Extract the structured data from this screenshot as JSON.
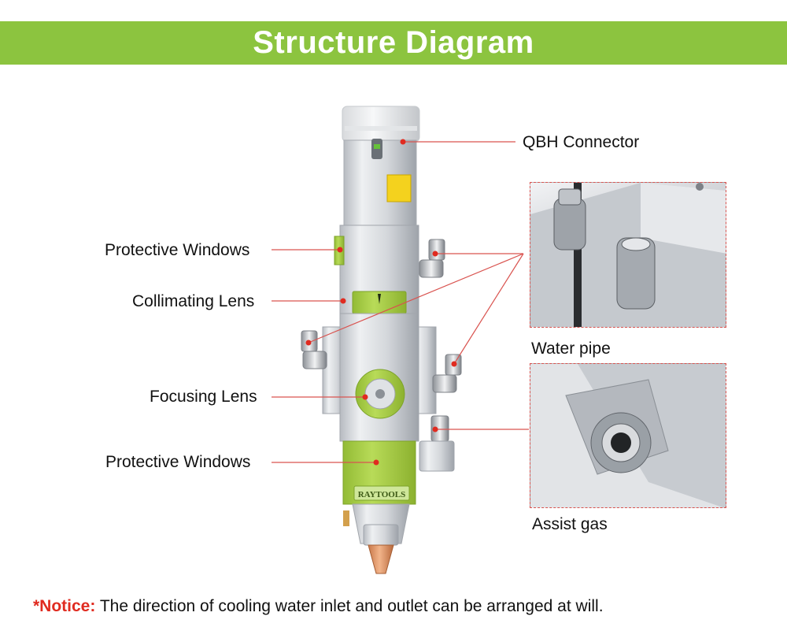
{
  "title": "Structure Diagram",
  "labels": {
    "qbh_connector": "QBH Connector",
    "protective_windows_top": "Protective Windows",
    "collimating_lens": "Collimating Lens",
    "focusing_lens": "Focusing Lens",
    "protective_windows_bottom": "Protective Windows",
    "water_pipe": "Water pipe",
    "assist_gas": "Assist gas"
  },
  "brand": "RAYTOOLS",
  "notice": {
    "key": "*Notice:",
    "text": " The direction of cooling water inlet and outlet can be arranged at will."
  },
  "colors": {
    "banner": "#8cc43f",
    "accent_green": "#a8cf45",
    "leader_line": "#d9534f",
    "notice_key": "#e02b20"
  }
}
